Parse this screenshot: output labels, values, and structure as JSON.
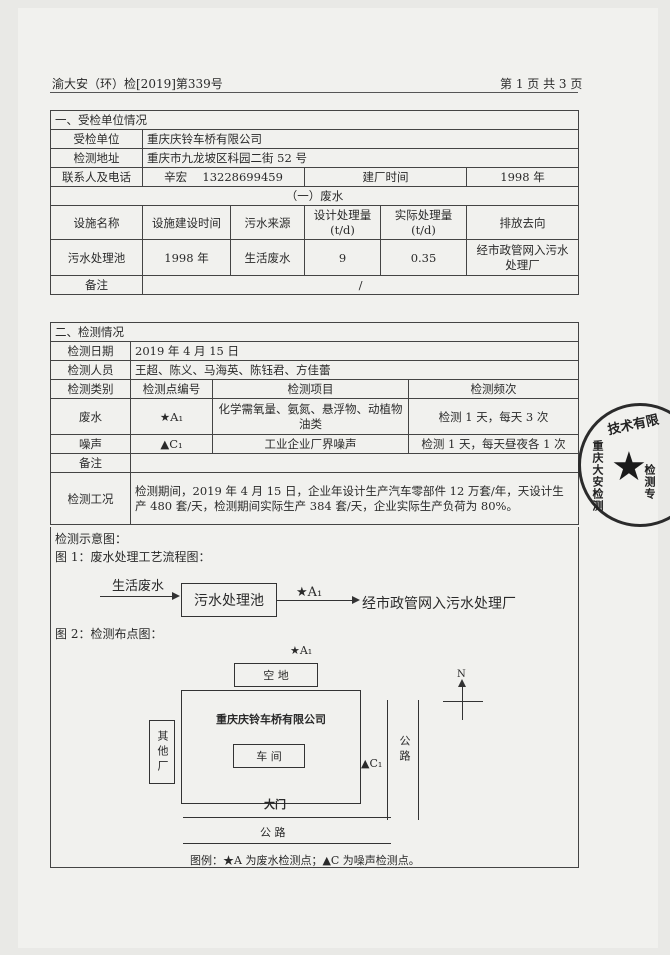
{
  "header": {
    "doc_no": "渝大安（环）检[2019]第339号",
    "page": "第 1 页 共 3 页"
  },
  "section1": {
    "title": "一、受检单位情况",
    "unit_label": "受检单位",
    "unit_value": "重庆庆铃车桥有限公司",
    "address_label": "检测地址",
    "address_value": "重庆市九龙坡区科园二街 52 号",
    "contact_label": "联系人及电话",
    "contact_name": "辛宏",
    "contact_phone": "13228699459",
    "built_label": "建厂时间",
    "built_value": "1998 年",
    "wastewater_title": "（一）废水",
    "headers": [
      "设施名称",
      "设施建设时间",
      "污水来源",
      "设计处理量",
      "实际处理量",
      "排放去向"
    ],
    "unit_td": "(t/d)",
    "row": [
      "污水处理池",
      "1998 年",
      "生活废水",
      "9",
      "0.35",
      "经市政管网入污水处理厂"
    ],
    "remark_label": "备注",
    "remark_value": "/"
  },
  "section2": {
    "title": "二、检测情况",
    "date_label": "检测日期",
    "date_value": "2019 年 4 月 15 日",
    "staff_label": "检测人员",
    "staff_value": "王超、陈义、马海英、陈钰君、方佳蕾",
    "cat_headers": [
      "检测类别",
      "检测点编号",
      "检测项目",
      "检测频次"
    ],
    "ww": {
      "cat": "废水",
      "point": "★A₁",
      "items": "化学需氧量、氨氮、悬浮物、动植物油类",
      "freq": "检测 1 天，每天 3 次"
    },
    "noise": {
      "cat": "噪声",
      "point": "▲C₁",
      "items": "工业企业厂界噪声",
      "freq": "检测 1 天，每天昼夜各 1 次"
    },
    "remark_label": "备注",
    "cond_label": "检测工况",
    "cond_text": "检测期间，2019 年 4 月 15 日，企业年设计生产汽车零部件 12 万套/年，天设计生产 480 套/天，检测期间实际生产 384 套/天，企业实际生产负荷为 80%。"
  },
  "diagram": {
    "title": "检测示意图：",
    "fig1_title": "图 1：废水处理工艺流程图：",
    "fig1_in": "生活废水",
    "fig1_box": "污水处理池",
    "fig1_point": "★A₁",
    "fig1_out": "经市政管网入污水处理厂",
    "fig2_title": "图 2：检测布点图：",
    "a1": "★A₁",
    "empty": "空 地",
    "company": "重庆庆铃车桥有限公司",
    "workshop": "车 间",
    "other": "其他厂",
    "road_v": "公路",
    "c1": "▲C₁",
    "gate": "大门",
    "road_h": "公 路",
    "north": "N",
    "legend": "图例：★A 为废水检测点；▲C 为噪声检测点。"
  },
  "stamp": {
    "text_top": "技术有限",
    "text_left": "重庆大安检测",
    "text_right": "检测专"
  }
}
